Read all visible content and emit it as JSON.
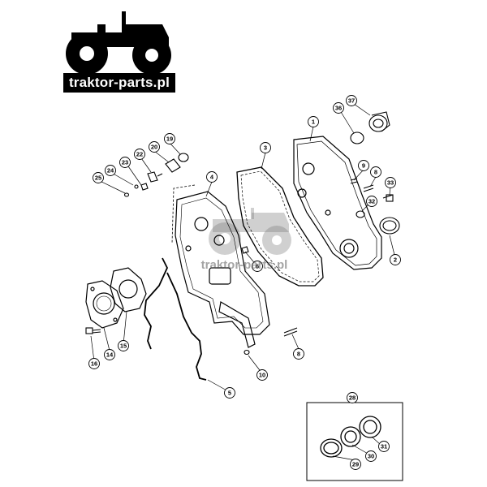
{
  "logo": {
    "text": "traktor-parts.pl",
    "icon": "tractor-icon"
  },
  "watermark": {
    "text": "traktor-parts.pl",
    "icon": "tractor-icon"
  },
  "parts": [
    {
      "id": "p1",
      "label": "1"
    },
    {
      "id": "p2",
      "label": "2"
    },
    {
      "id": "p3",
      "label": "3"
    },
    {
      "id": "p4",
      "label": "4"
    },
    {
      "id": "p5",
      "label": "5"
    },
    {
      "id": "p6",
      "label": "6"
    },
    {
      "id": "p7",
      "label": "8"
    },
    {
      "id": "p8",
      "label": "8"
    },
    {
      "id": "p9",
      "label": "9"
    },
    {
      "id": "p10",
      "label": "10"
    },
    {
      "id": "p14",
      "label": "14"
    },
    {
      "id": "p15",
      "label": "15"
    },
    {
      "id": "p16",
      "label": "16"
    },
    {
      "id": "p19",
      "label": "19"
    },
    {
      "id": "p20",
      "label": "20"
    },
    {
      "id": "p22",
      "label": "22"
    },
    {
      "id": "p23",
      "label": "23"
    },
    {
      "id": "p24",
      "label": "24"
    },
    {
      "id": "p25",
      "label": "25"
    },
    {
      "id": "p28",
      "label": "28"
    },
    {
      "id": "p29",
      "label": "29"
    },
    {
      "id": "p30",
      "label": "30"
    },
    {
      "id": "p31",
      "label": "31"
    },
    {
      "id": "p32",
      "label": "32"
    },
    {
      "id": "p33",
      "label": "33"
    },
    {
      "id": "p36",
      "label": "36"
    },
    {
      "id": "p37",
      "label": "37"
    }
  ]
}
